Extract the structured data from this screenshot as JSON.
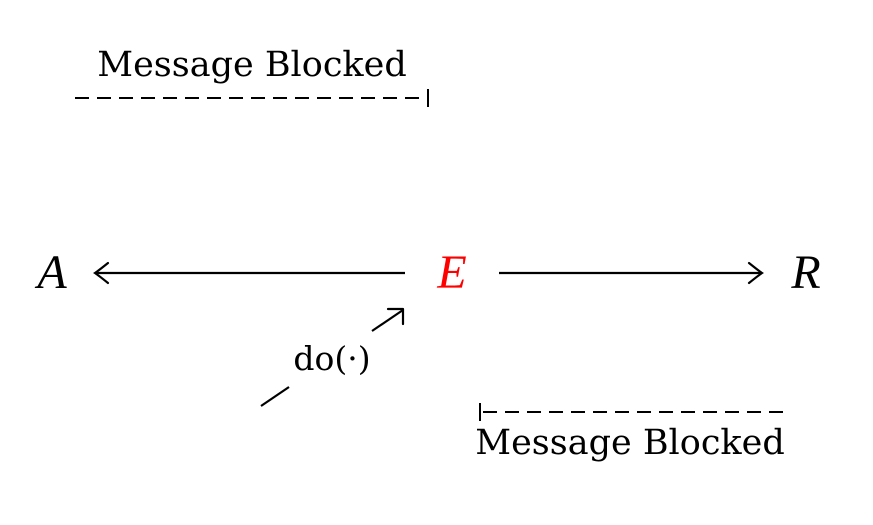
{
  "nodes": {
    "a": {
      "label": "A"
    },
    "e": {
      "label": "E",
      "color": "#ff0000"
    },
    "r": {
      "label": "R"
    }
  },
  "edges": {
    "intervention_label": "do(·)"
  },
  "annotations": {
    "top_blocked": "Message Blocked",
    "bottom_blocked": "Message Blocked"
  },
  "colors": {
    "ink": "#000000",
    "highlight": "#ff0000"
  }
}
